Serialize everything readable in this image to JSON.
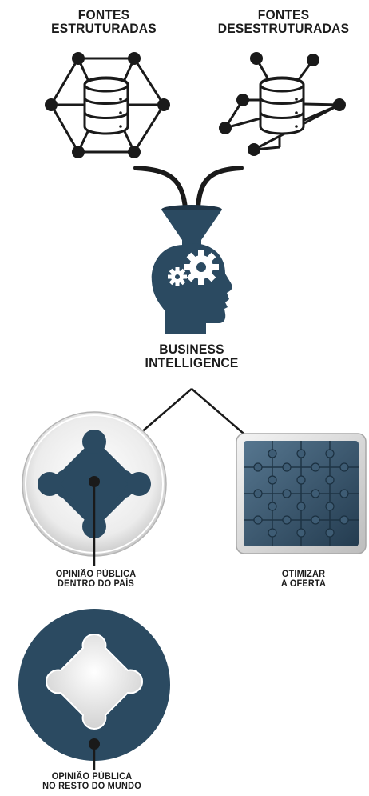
{
  "colors": {
    "primary": "#2b4a61",
    "line": "#1a1a1a",
    "light": "#e8e8e8"
  },
  "labels": {
    "structured": [
      "FONTES",
      "ESTRUTURADAS"
    ],
    "unstructured": [
      "FONTES",
      "DESESTRUTURADAS"
    ],
    "bi": [
      "BUSINESS",
      "INTELLIGENCE"
    ],
    "domestic": [
      "OPINIÃO PÚBLICA",
      "DENTRO DO PAÍS"
    ],
    "offer": [
      "OTIMIZAR",
      "A OFERTA"
    ],
    "world": [
      "OPINIÃO PÚBLICA",
      "NO RESTO DO MUNDO"
    ]
  },
  "icons": [
    "hexagon-network-icon",
    "database-icon",
    "scattered-network-icon",
    "funnel-head-icon",
    "gears-icon",
    "puzzle-icon"
  ]
}
